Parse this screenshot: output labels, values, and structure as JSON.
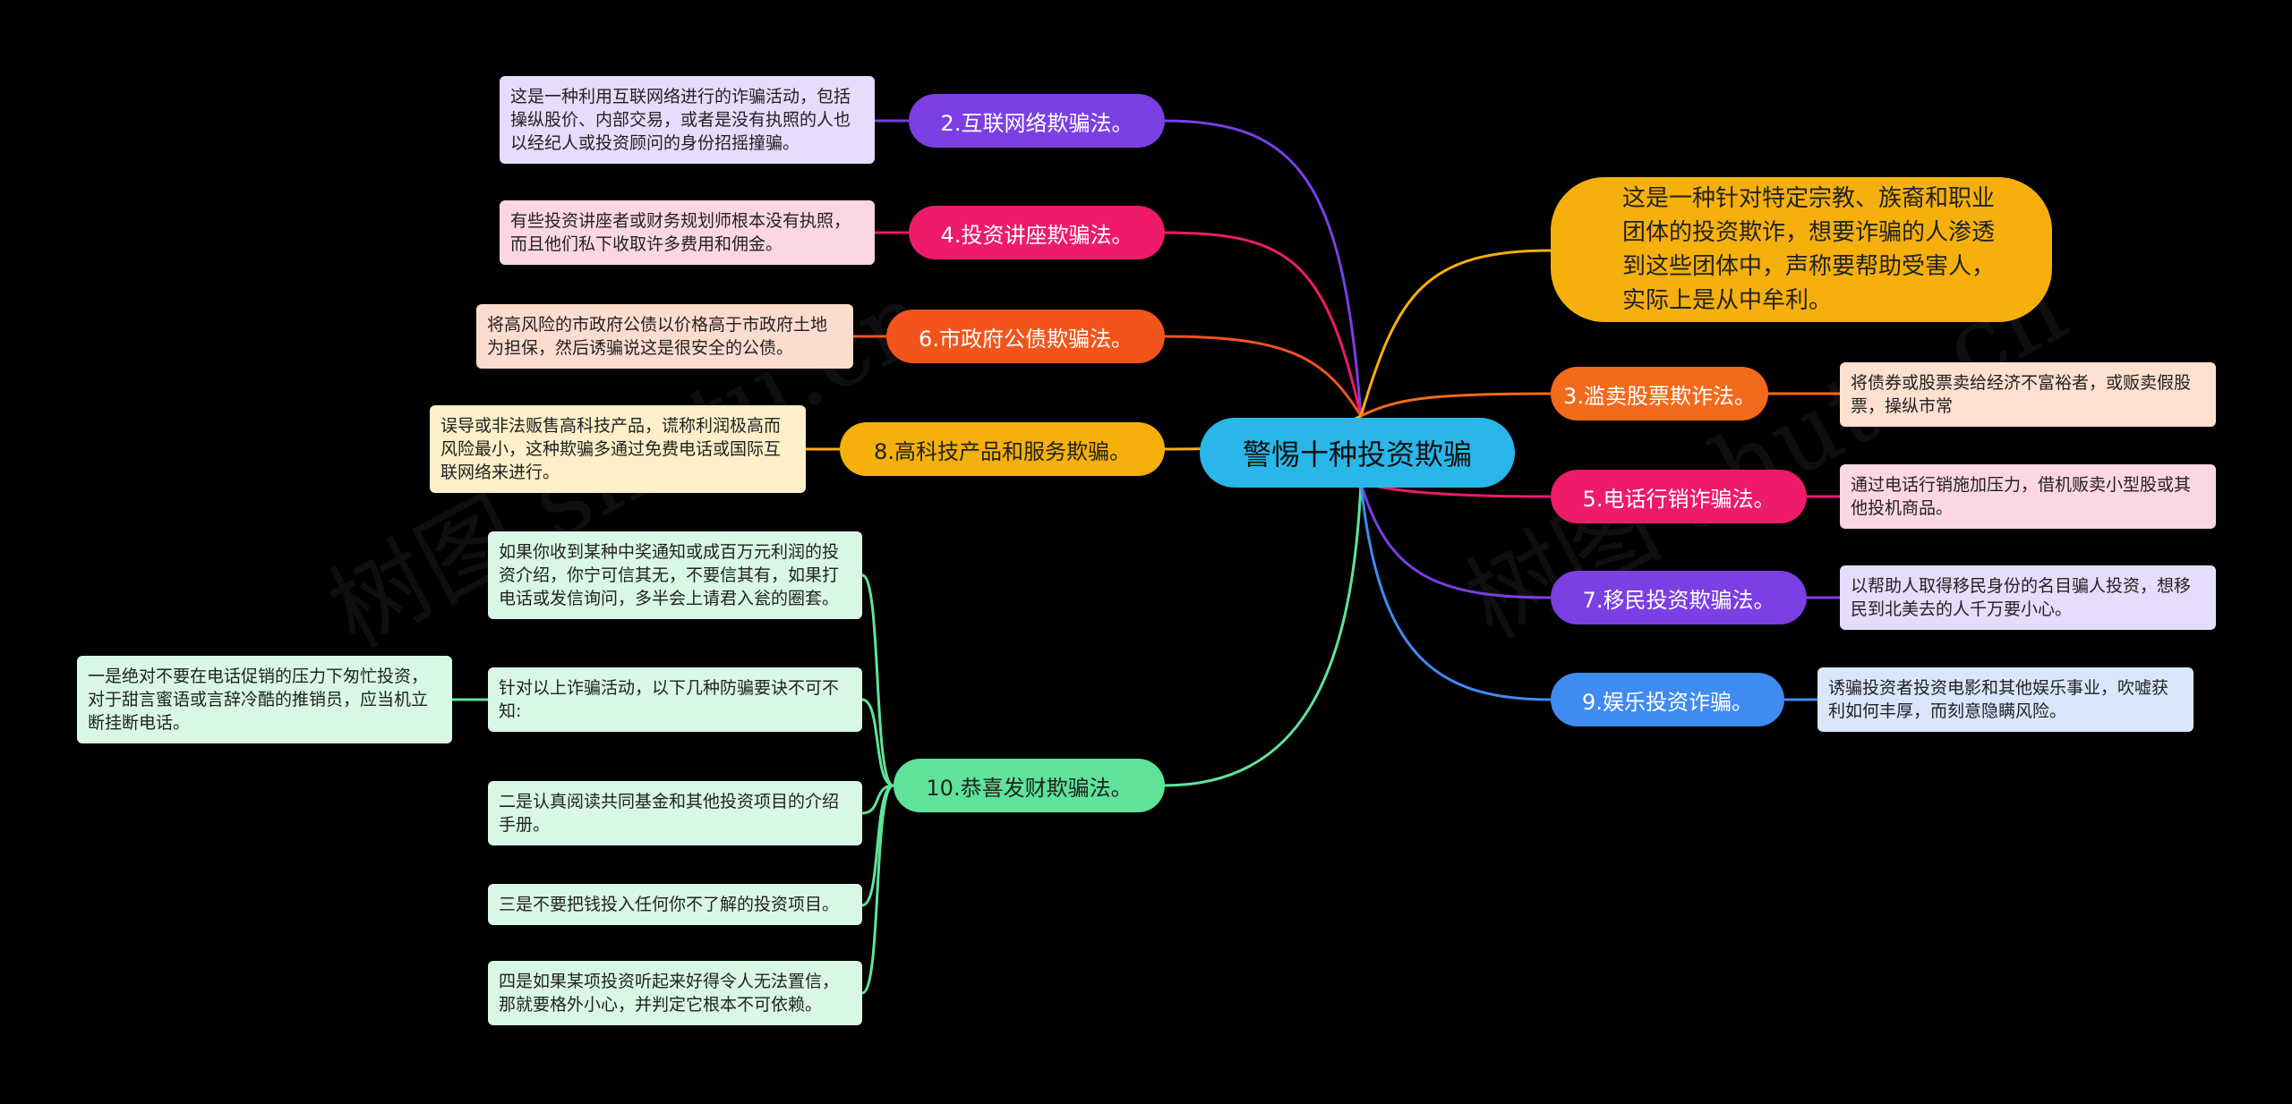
{
  "root": {
    "label": "警惕十种投资欺骗"
  },
  "watermark": {
    "text": "树图 shutu.cn"
  },
  "colors": {
    "purple": "#7b3fe4",
    "pink": "#ee1a6b",
    "orange_red": "#f2541b",
    "yellow": "#f5b00c",
    "teal": "#29b6e8",
    "blue": "#3f8bf2",
    "green": "#5fe39a",
    "orange": "#f36a1c"
  },
  "bubble": {
    "text": "这是一种针对特定宗教、族裔和职业团体的投资欺诈，想要诈骗的人渗透到这些团体中，声称要帮助受害人，实际上是从中牟利。"
  },
  "branches": [
    {
      "label": "2.互联网络欺骗法。",
      "detail": "这是一种利用互联网络进行的诈骗活动，包括操纵股价、内部交易，或者是没有执照的人也以经纪人或投资顾问的身份招摇撞骗。"
    },
    {
      "label": "4.投资讲座欺骗法。",
      "detail": "有些投资讲座者或财务规划师根本没有执照，而且他们私下收取许多费用和佣金。"
    },
    {
      "label": "6.市政府公债欺骗法。",
      "detail": "将高风险的市政府公债以价格高于市政府土地为担保，然后诱骗说这是很安全的公债。"
    },
    {
      "label": "8.高科技产品和服务欺骗。",
      "detail": "误导或非法贩售高科技产品，谎称利润极高而风险最小，这种欺骗多通过免费电话或国际互联网络来进行。"
    },
    {
      "label": "3.滥卖股票欺诈法。",
      "detail": "将债券或股票卖给经济不富裕者，或贩卖假股票，操纵市常"
    },
    {
      "label": "5.电话行销诈骗法。",
      "detail": "通过电话行销施加压力，借机贩卖小型股或其他投机商品。"
    },
    {
      "label": "7.移民投资欺骗法。",
      "detail": "以帮助人取得移民身份的名目骗人投资，想移民到北美去的人千万要小心。"
    },
    {
      "label": "9.娱乐投资诈骗。",
      "detail": "诱骗投资者投资电影和其他娱乐事业，吹嘘获利如何丰厚，而刻意隐瞒风险。"
    }
  ],
  "branch10": {
    "label": "10.恭喜发财欺骗法。",
    "children": [
      "如果你收到某种中奖通知或成百万元利润的投资介绍，你宁可信其无，不要信其有，如果打电话或发信询问，多半会上请君入瓮的圈套。",
      "针对以上诈骗活动，以下几种防骗要诀不可不知:",
      "二是认真阅读共同基金和其他投资项目的介绍手册。",
      "三是不要把钱投入任何你不了解的投资项目。",
      "四是如果某项投资听起来好得令人无法置信，那就要格外小心，并判定它根本不可依赖。"
    ],
    "grandchild": "一是绝对不要在电话促销的压力下匆忙投资，对于甜言蜜语或言辞冷酷的推销员，应当机立断挂断电话。"
  }
}
